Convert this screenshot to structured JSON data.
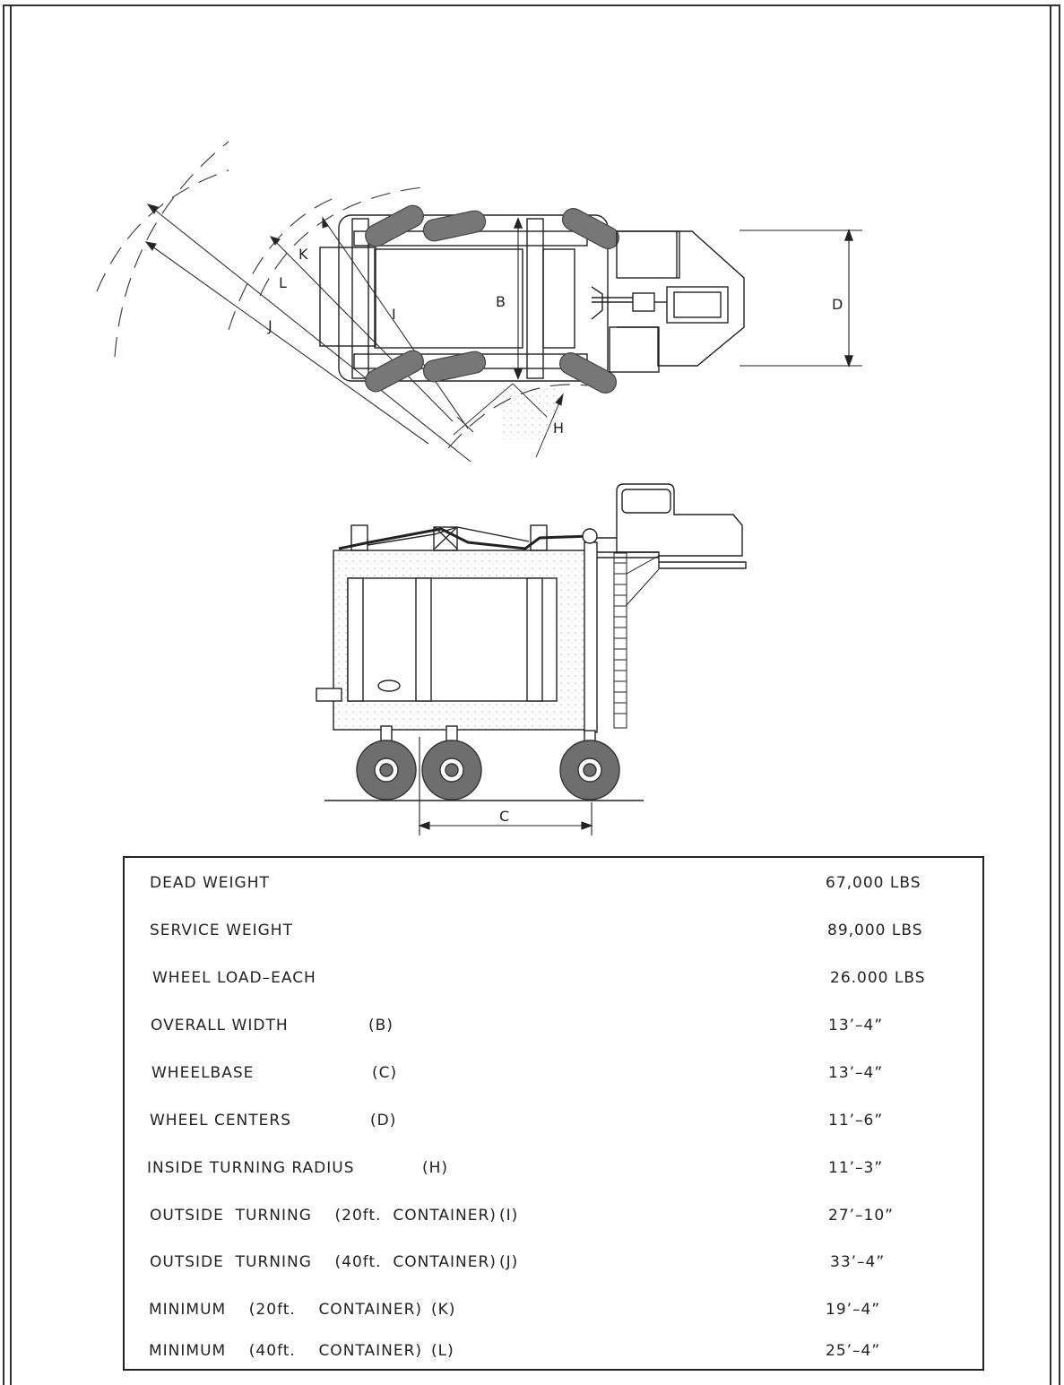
{
  "plan_view": {
    "labels": {
      "B": "B",
      "D": "D",
      "H": "H",
      "I": "I",
      "J": "J",
      "K": "K",
      "L": "L"
    }
  },
  "side_view": {
    "labels": {
      "C": "C"
    }
  },
  "specs": [
    {
      "label": "DEAD  WEIGHT",
      "ref": "",
      "value": "67,000  LBS"
    },
    {
      "label": "SERVICE  WEIGHT",
      "ref": "",
      "value": "89,000  LBS"
    },
    {
      "label": "WHEEL  LOAD–EACH",
      "ref": "",
      "value": "26.000  LBS"
    },
    {
      "label": "OVERALL  WIDTH",
      "ref": "(B)",
      "value": "13’–4”"
    },
    {
      "label": "WHEELBASE",
      "ref": "(C)",
      "value": "13’–4”"
    },
    {
      "label": "WHEEL  CENTERS",
      "ref": "(D)",
      "value": "11’–6”"
    },
    {
      "label": "INSIDE  TURNING  RADIUS",
      "ref": "(H)",
      "value": "11’–3”"
    },
    {
      "label": "OUTSIDE  TURNING    (20ft.  CONTAINER)",
      "ref": "(I)",
      "value": "27’–10”"
    },
    {
      "label": "OUTSIDE  TURNING    (40ft.  CONTAINER)",
      "ref": "(J)",
      "value": "33’–4”"
    },
    {
      "label": "MINIMUM    (20ft.    CONTAINER)",
      "ref": "(K)",
      "value": "19’–4”"
    },
    {
      "label": "MINIMUM    (40ft.    CONTAINER)",
      "ref": "(L)",
      "value": "25’–4”"
    }
  ]
}
